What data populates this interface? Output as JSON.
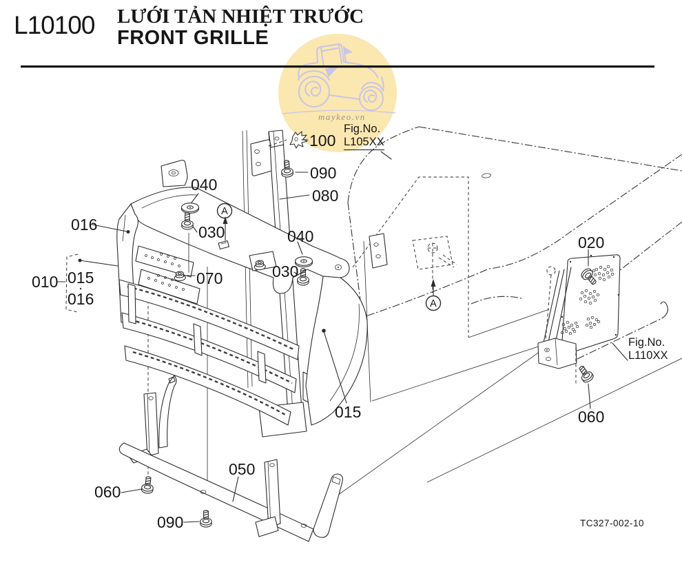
{
  "header": {
    "code": "L10100",
    "title_primary": "LƯỚI TẢN NHIỆT TRƯỚC",
    "title_secondary": "FRONT GRILLE"
  },
  "watermark": {
    "site_text": "maykeo.vn",
    "circle_color": "#fbe7b0",
    "art_color": "#c9c5e6"
  },
  "figure_refs": {
    "hood": {
      "label": "Fig.No.",
      "code": "L105XX"
    },
    "side_panel": {
      "label": "Fig.No.",
      "code": "L110XX"
    }
  },
  "view_markers": {
    "left": "A",
    "right": "A"
  },
  "drawing_number": "TC327-002-10",
  "callouts": {
    "clip_100": "100",
    "bolt_090_upper": "090",
    "stay_080": "080",
    "washer_040_left": "040",
    "bolt_030_left": "030",
    "frame_016": "016",
    "assembly_010": "010",
    "group_015": "015",
    "group_016": "016",
    "nut_070": "070",
    "washer_040_mid": "040",
    "bolt_030_mid": "030",
    "bolt_020": "020",
    "grille_015": "015",
    "bracket_050": "050",
    "bolt_060_left": "060",
    "screw_090_lower": "090",
    "bolt_060_right": "060"
  }
}
